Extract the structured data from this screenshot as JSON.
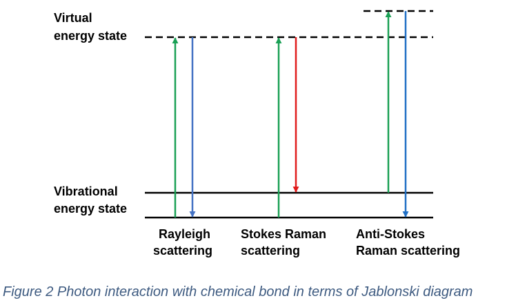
{
  "levels": {
    "virtual": [
      "Virtual",
      "energy state"
    ],
    "vibrational": [
      "Vibrational",
      "energy state"
    ]
  },
  "processes": [
    {
      "lines": [
        "Rayleigh",
        "scattering"
      ]
    },
    {
      "lines": [
        "Stokes Raman",
        "scattering"
      ]
    },
    {
      "lines": [
        "Anti-Stokes",
        "Raman scattering"
      ]
    }
  ],
  "colors": {
    "excitation": "#1aa055",
    "elastic": "#4472c4",
    "stokes": "#e01b1b",
    "anti_stokes": "#1f6fc5",
    "line": "#000000",
    "caption": "#3d5a80"
  },
  "caption": "Figure 2 Photon interaction with chemical bond in terms of Jablonski diagram"
}
